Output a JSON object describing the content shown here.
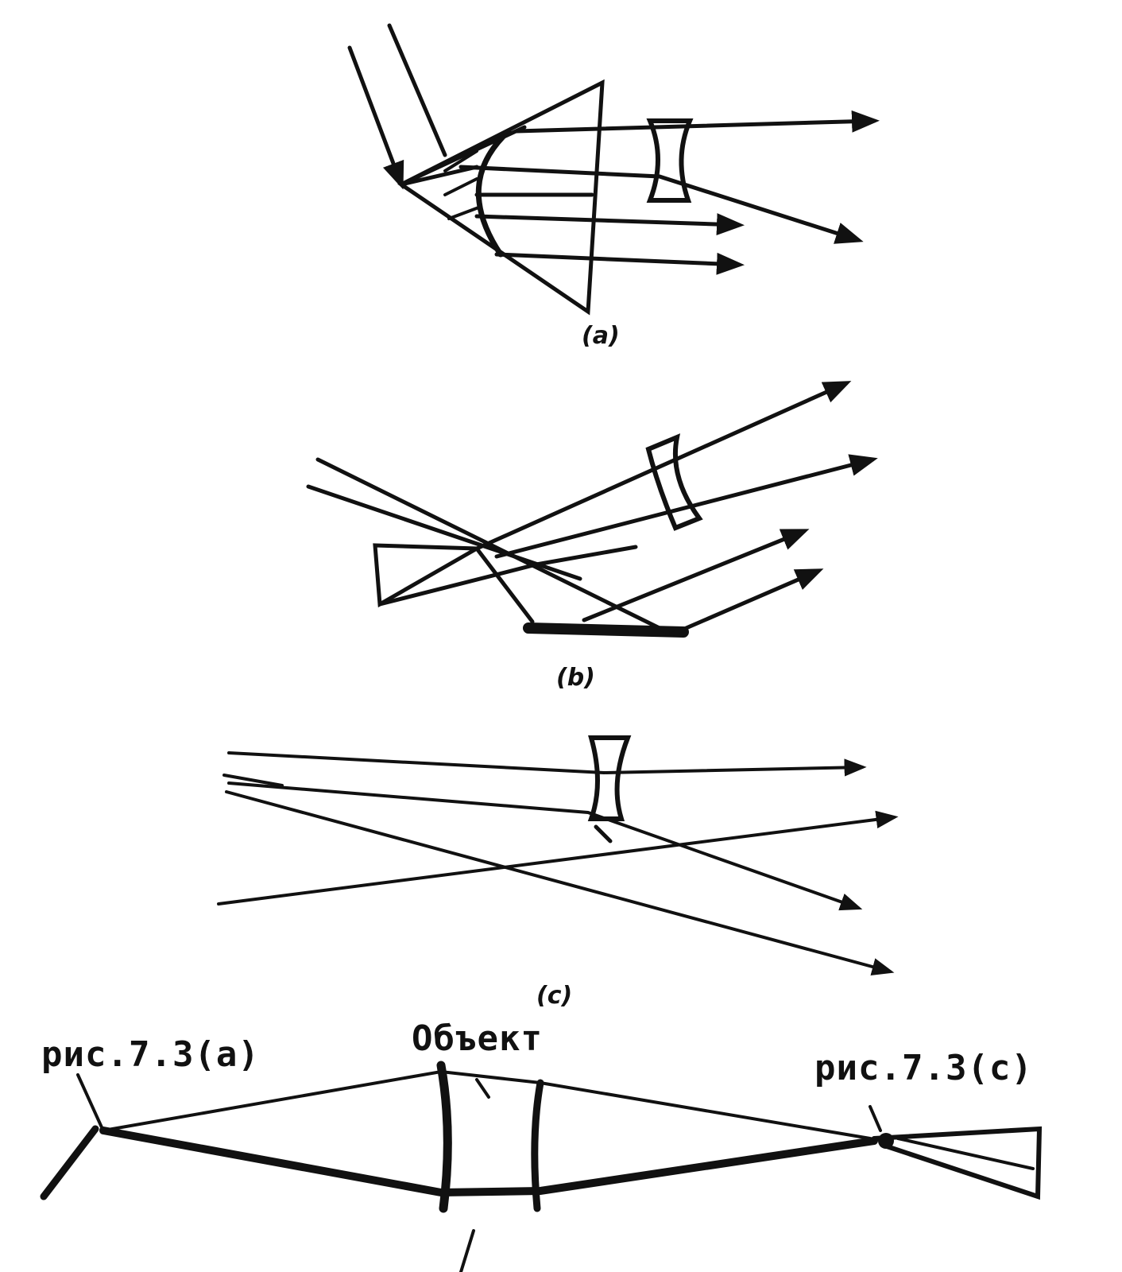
{
  "panels": {
    "a": {
      "caption": "(a)"
    },
    "b": {
      "caption": "(b)"
    },
    "c": {
      "caption": "(c)"
    }
  },
  "bottom": {
    "label_left": "рис.7.3(a)",
    "label_object": "Объект",
    "label_right": "рис.7.3(c)"
  },
  "colors": {
    "ink": "#111111",
    "paper": "#ffffff"
  }
}
